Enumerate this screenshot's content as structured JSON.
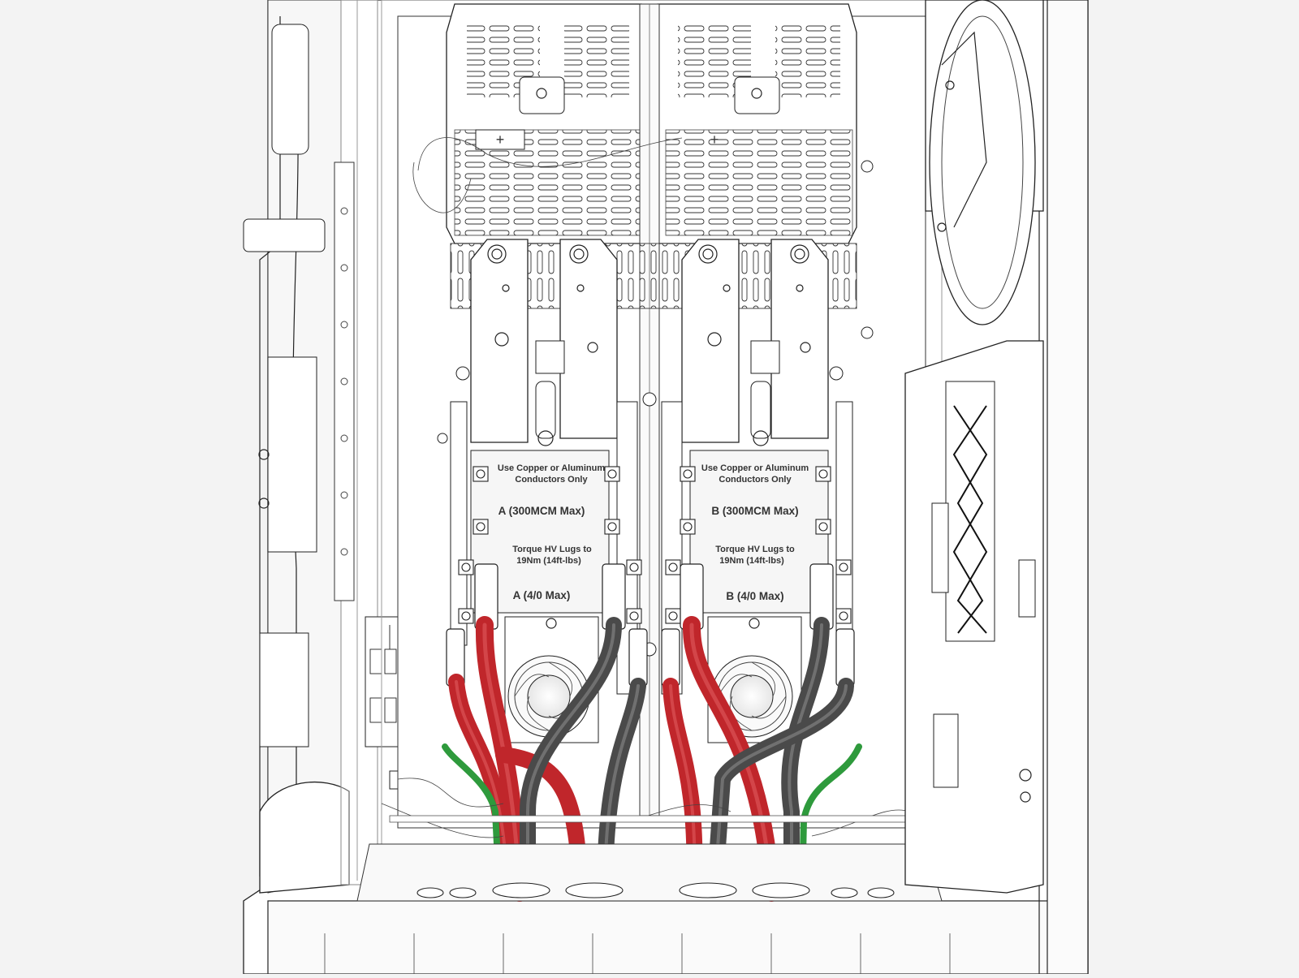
{
  "labels": {
    "conductors_left": [
      "Use Copper or Aluminum",
      "Conductors Only"
    ],
    "conductors_right": [
      "Use Copper or Aluminum",
      "Conductors Only"
    ],
    "phase_a_large": "A (300MCM Max)",
    "phase_b_large": "B (300MCM Max)",
    "torque_left": [
      "Torque HV Lugs to",
      "19Nm (14ft-lbs)"
    ],
    "torque_right": [
      "Torque HV Lugs to",
      "19Nm (14ft-lbs)"
    ],
    "phase_a_small": "A (4/0 Max)",
    "phase_b_small": "B (4/0 Max)"
  },
  "colors": {
    "background": "#f3f3f3",
    "line": "#222222",
    "cable_red": "#c0262b",
    "cable_black": "#4a4a4a",
    "cable_green": "#2e9a3c"
  },
  "icons": [
    "cooling-fan-icon",
    "cooling-fan-icon",
    "terminal-block-icon",
    "contactor-icon"
  ]
}
